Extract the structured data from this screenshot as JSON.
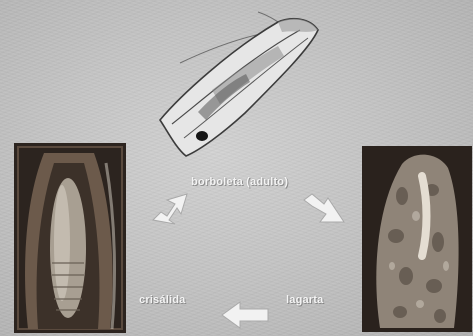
{
  "diagram": {
    "labels": {
      "adult": "borboleta (adulto)",
      "larva": "lagarta",
      "pupa": "crisálida"
    },
    "colors": {
      "background": "#c4c4c4",
      "label_text": "#f4f4f4",
      "arrow_fill": "#f2f2f2",
      "dark_frame": "#2a211c"
    },
    "stages": [
      {
        "id": "adult",
        "icon": "moth-icon"
      },
      {
        "id": "larva",
        "icon": "caterpillar-icon"
      },
      {
        "id": "pupa",
        "icon": "chrysalis-icon"
      }
    ]
  }
}
